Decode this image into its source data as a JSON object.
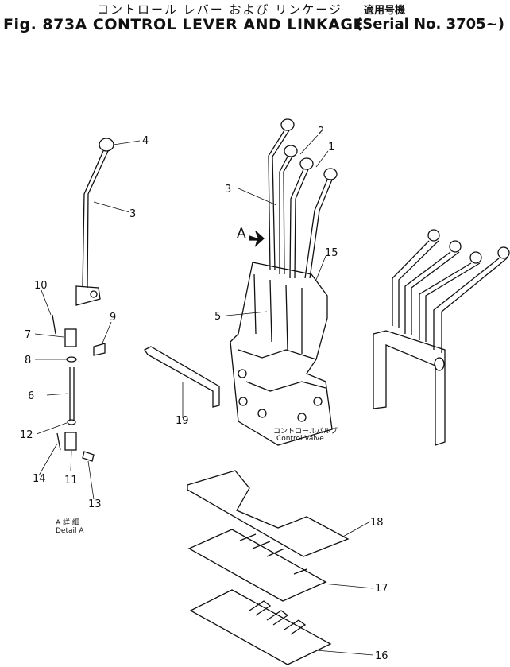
{
  "title": {
    "japanese": "コントロール レバー および リンケージ",
    "figure": "Fig. 873A CONTROL LEVER AND LINKAGE",
    "applicability_japanese": "適用号機",
    "serial": "(Serial No. 3705~)"
  },
  "callouts": [
    "1",
    "2",
    "3",
    "3",
    "4",
    "5",
    "6",
    "7",
    "8",
    "9",
    "10",
    "11",
    "12",
    "13",
    "14",
    "15",
    "16",
    "17",
    "18",
    "19"
  ],
  "labels": {
    "arrow_a": "A",
    "control_valve_jp": "コントロールバルブ",
    "control_valve_en": "Control Valve",
    "detail_jp": "A 詳 細",
    "detail_en": "Detail A"
  }
}
